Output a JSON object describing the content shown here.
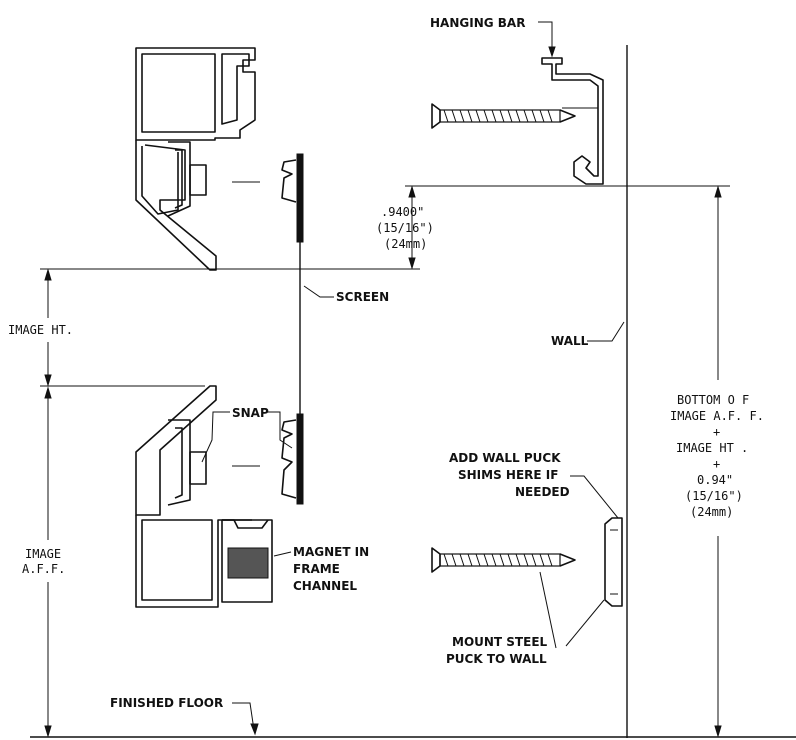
{
  "labels": {
    "hanging_bar": "HANGING BAR",
    "screen": "SCREEN",
    "wall": "WALL",
    "image_ht": "IMAGE  HT.",
    "snap": "SNAP",
    "image_aff_1": "IMAGE",
    "image_aff_2": "A.F.F.",
    "magnet_1": "MAGNET IN",
    "magnet_2": "FRAME",
    "magnet_3": "CHANNEL",
    "finished_floor": "FINISHED FLOOR",
    "shims_1": "ADD WALL PUCK",
    "shims_2": "SHIMS HERE IF",
    "shims_3": "NEEDED",
    "mount_1": "MOUNT STEEL",
    "mount_2": "PUCK TO WALL"
  },
  "dimension_gap": {
    "line1": ".9400\"",
    "line2": "(15/16\")",
    "line3": "(24mm)"
  },
  "dimension_total": {
    "line1": "BOTTOM  O   F",
    "line2": "IMAGE A.F.   F.",
    "line3": "+",
    "line4": "IMAGE  HT    .",
    "line5": "+",
    "line6": "0.94\"",
    "line7": "(15/16\")",
    "line8": "(24mm)"
  }
}
